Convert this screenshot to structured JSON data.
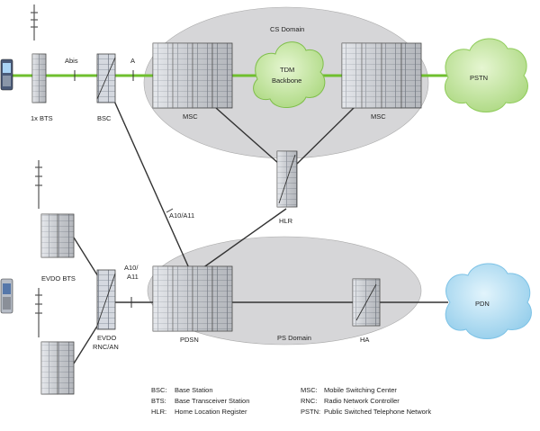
{
  "domains": {
    "cs_domain": "CS Domain",
    "ps_domain": "PS Domain"
  },
  "nodes": {
    "bts_1x": "1x BTS",
    "bsc": "BSC",
    "msc_left": "MSC",
    "msc_right": "MSC",
    "tdm_backbone_line1": "TDM",
    "tdm_backbone_line2": "Backbone",
    "pstn": "PSTN",
    "hlr": "HLR",
    "evdo_bts": "EVDO BTS",
    "evdo_rnc_line1": "EVDO",
    "evdo_rnc_line2": "RNC/AN",
    "pdsn": "PDSN",
    "ha": "HA",
    "pdn": "PDN"
  },
  "interfaces": {
    "abis": "Abis",
    "a": "A",
    "a10_a11_diag": "A10/A11",
    "a10_line1": "A10/",
    "a10_line2": "A11"
  },
  "legend": [
    {
      "abbr": "BSC:",
      "desc": "Base Station",
      "abbr2": "MSC:",
      "desc2": "Mobile Switching Center"
    },
    {
      "abbr": "BTS:",
      "desc": "Base Transceiver Station",
      "abbr2": "RNC:",
      "desc2": "Radio Network Controller"
    },
    {
      "abbr": "HLR:",
      "desc": "Home Location Register",
      "abbr2": "PSTN:",
      "desc2": "Public Switched Telephone Network"
    }
  ],
  "colors": {
    "domain_fill": "#d6d6d8",
    "green_link": "#6fbf2e",
    "green_cloud": "#b9e08f",
    "blue_cloud": "#a8d8f0",
    "rack": "#cfd3da",
    "line": "#333333"
  }
}
